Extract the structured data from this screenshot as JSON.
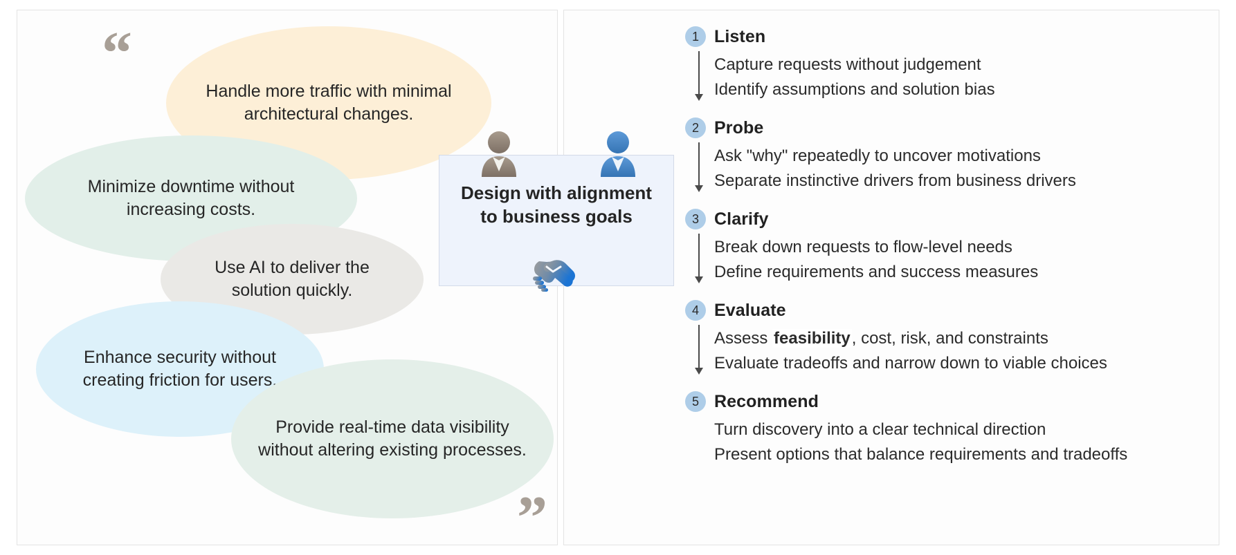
{
  "left_panel": {
    "quote_open": "“",
    "quote_close": "”",
    "ellipses": [
      {
        "text": "Handle more traffic with minimal architectural changes.",
        "color": "#fdefd7"
      },
      {
        "text": "Minimize downtime without increasing costs.",
        "color": "#e2efe9"
      },
      {
        "text": "Use AI to deliver the solution quickly.",
        "color": "#eae9e6"
      },
      {
        "text": "Enhance security without creating friction for users.",
        "color": "#ddf1fa"
      },
      {
        "text": "Provide real-time data visibility without altering existing processes.",
        "color": "#e4efe9"
      }
    ]
  },
  "center": {
    "title": "Design with alignment\nto business goals",
    "background": "#eef3fc",
    "border": "#d3dae8",
    "person_left_color": "#938578",
    "person_right_color": "#4a86c8",
    "handshake_colors": [
      "#9a9a9a",
      "#1b74d4"
    ]
  },
  "right_panel": {
    "accent": "#aecde8",
    "steps": [
      {
        "number": "1",
        "title": "Listen",
        "lines": [
          {
            "text": "Capture requests without judgement"
          },
          {
            "text": "Identify assumptions and solution bias"
          }
        ]
      },
      {
        "number": "2",
        "title": "Probe",
        "lines": [
          {
            "text": "Ask \"why\" repeatedly to uncover motivations"
          },
          {
            "text": "Separate instinctive drivers from business drivers"
          }
        ]
      },
      {
        "number": "3",
        "title": "Clarify",
        "lines": [
          {
            "text": "Break down requests to flow-level needs"
          },
          {
            "text": "Define requirements and success measures"
          }
        ]
      },
      {
        "number": "4",
        "title": "Evaluate",
        "lines": [
          {
            "pre": "Assess ",
            "highlight": "feasibility",
            "post": ", cost, risk, and constraints"
          },
          {
            "text": "Evaluate tradeoffs and narrow down to viable choices"
          }
        ]
      },
      {
        "number": "5",
        "title": "Recommend",
        "lines": [
          {
            "text": "Turn discovery into a clear technical direction"
          },
          {
            "text": "Present options that balance requirements and tradeoffs"
          }
        ]
      }
    ]
  }
}
